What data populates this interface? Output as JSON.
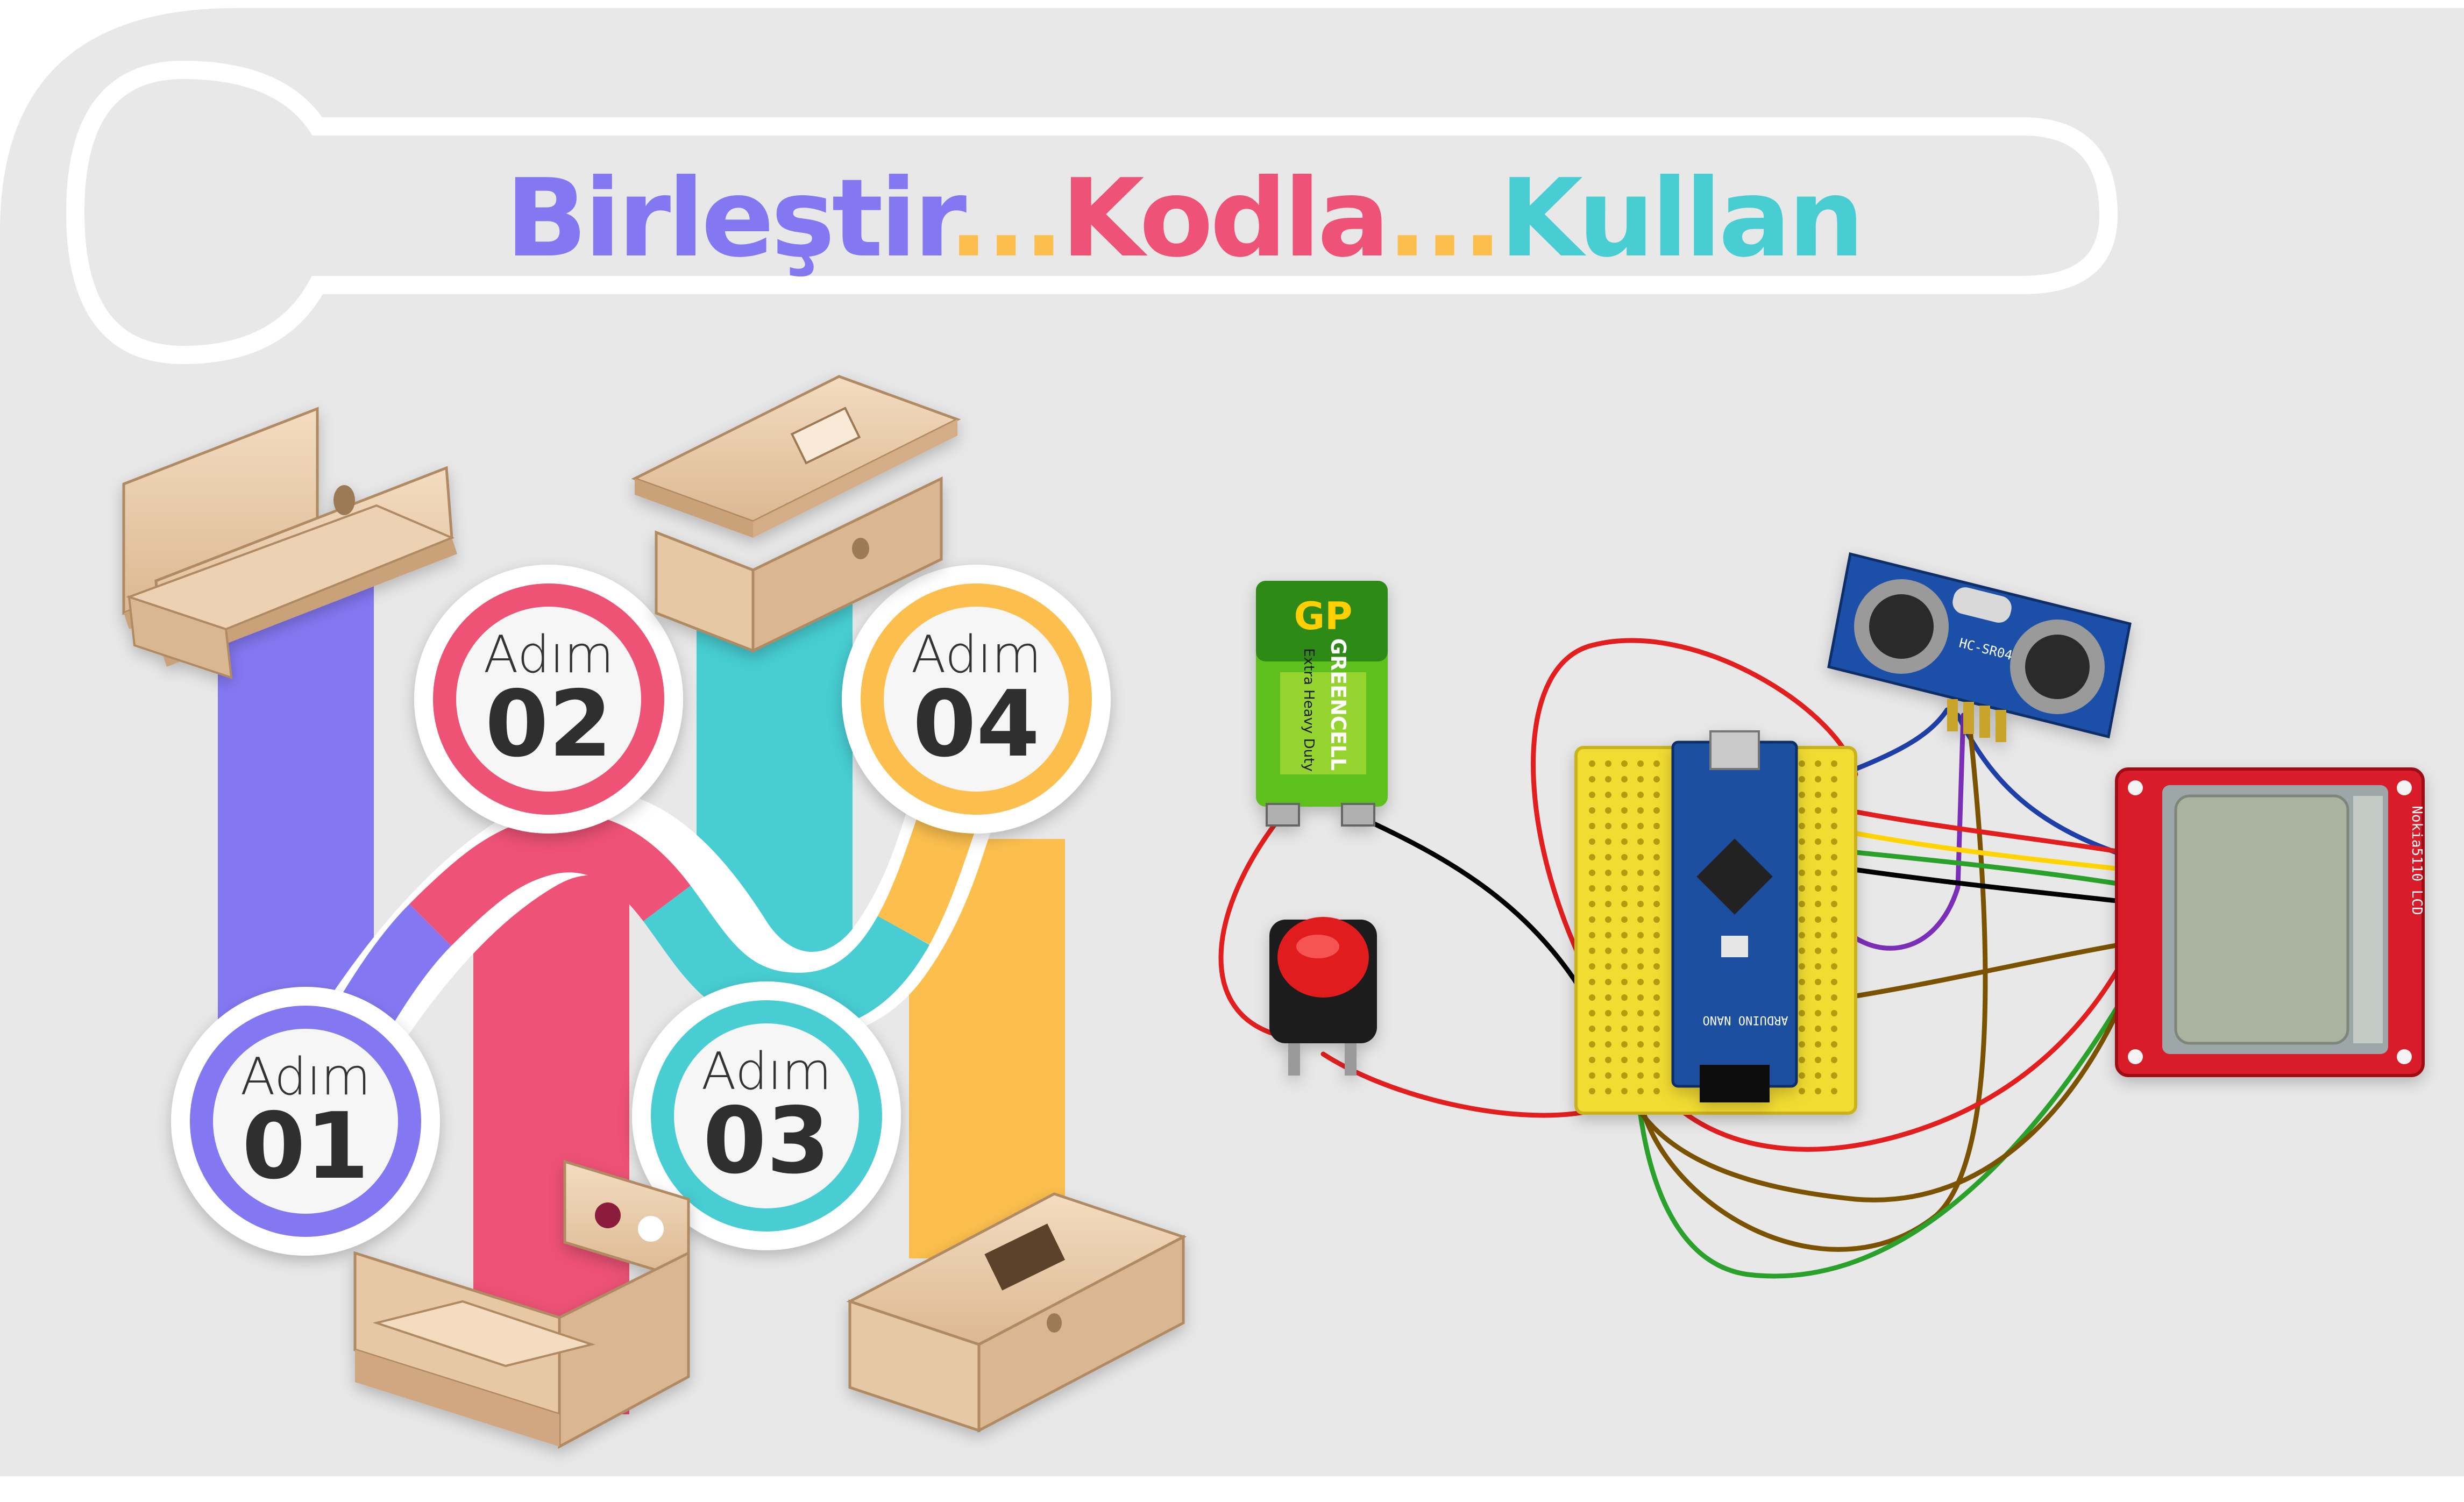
{
  "title": {
    "part1": "Birleştir",
    "dots1": "...",
    "part2": "Kodla",
    "dots2": "...",
    "part3": "Kullan"
  },
  "steps": [
    {
      "label": "Adım",
      "number": "01"
    },
    {
      "label": "Adım",
      "number": "02"
    },
    {
      "label": "Adım",
      "number": "03"
    },
    {
      "label": "Adım",
      "number": "04"
    }
  ],
  "components": {
    "battery_brand": "GP",
    "battery_name": "GREENCELL",
    "battery_sub": "Extra Heavy Duty",
    "sensor_label": "HC-SR04",
    "lcd_label": "Nokia5110 LCD",
    "arduino_label": "ARDUINO NANO"
  },
  "colors": {
    "purple": "#8478f2",
    "pink": "#ee5276",
    "teal": "#47cdd2",
    "orange": "#fcbf4e",
    "background": "#e8e8e8"
  }
}
